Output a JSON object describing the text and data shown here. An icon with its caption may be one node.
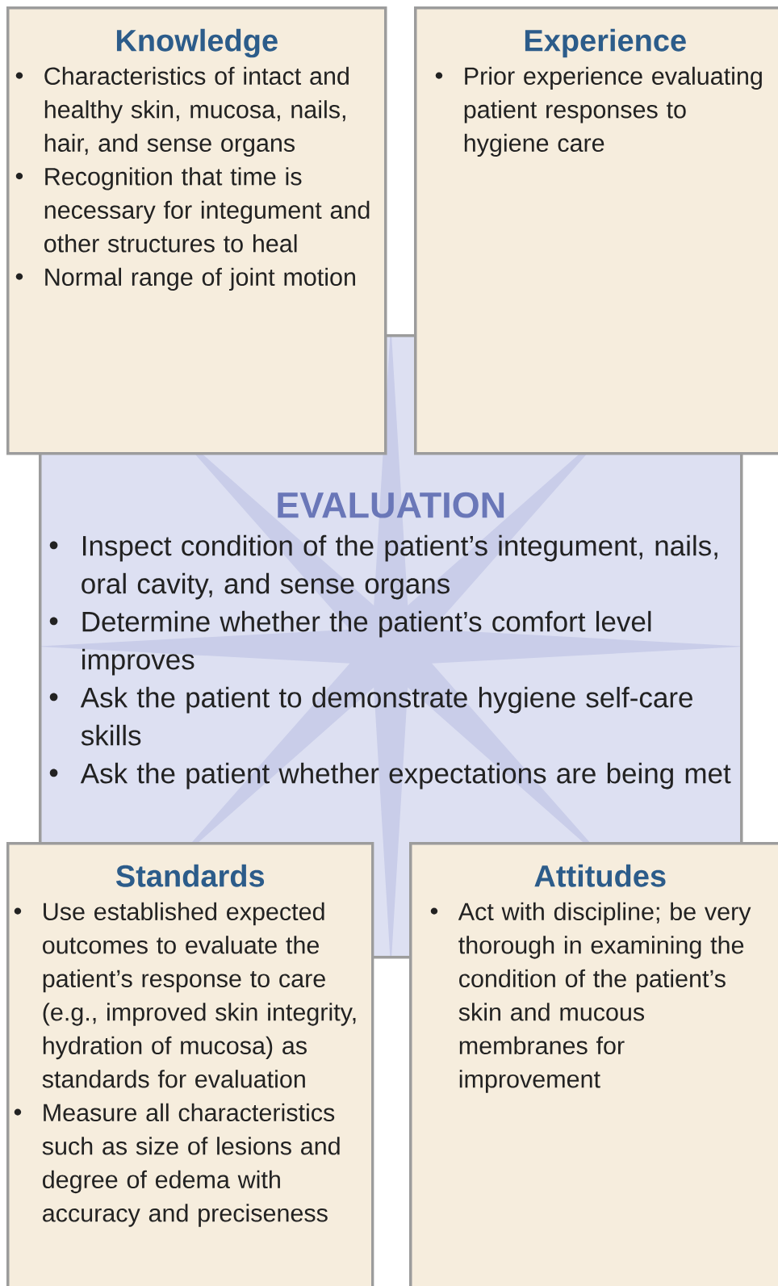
{
  "diagram": {
    "nodes": [
      {
        "text": [
          "Knowledge",
          "Characteristics of intact and healthy skin, mucosa, nails, hair, and sense organs",
          "Recognition that time is necessary for integument and other structures to heal",
          "Normal range of joint motion"
        ]
      },
      {
        "text": [
          "Experience",
          "Prior experience evaluating patient responses to hygiene care"
        ]
      },
      {
        "text": [
          "EVALUATION",
          "Inspect condition of the patient’s integument, nails, oral cavity, and sense organs",
          "Determine whether  the patient’s comfort level improves",
          "Ask the patient to demonstrate hygiene self-care skills",
          "Ask the patient whether  expectations are being met"
        ]
      },
      {
        "text": [
          "Standards",
          "Use established expected outcomes to evaluate the patient’s response to care (e.g., improved skin integrity, hydration of mucosa) as standards for evaluation",
          "Measure all characteristics such as size of lesions and degree of edema with accuracy and preciseness"
        ]
      },
      {
        "text": [
          "Attitudes",
          "Act with discipline; be very thorough in examining the condition of the patient’s skin and mucous membranes for improvement"
        ]
      }
    ]
  }
}
